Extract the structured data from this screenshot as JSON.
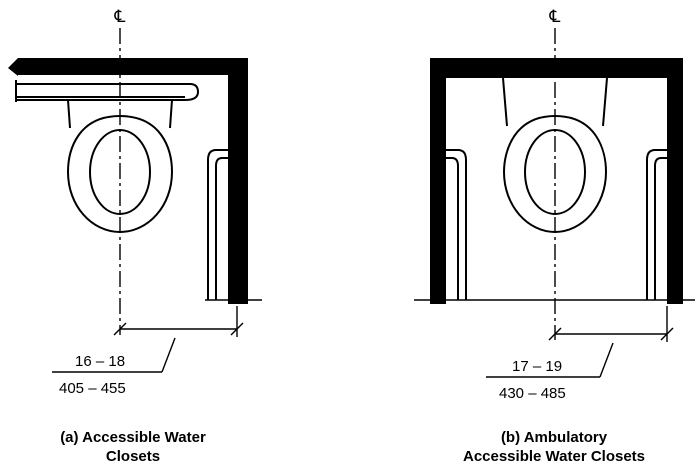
{
  "diagrams": [
    {
      "id": "a",
      "centerline_symbol": "℄",
      "dimension_in": "16 – 18",
      "dimension_mm": "405 – 455",
      "caption_line1": "(a) Accessible Water",
      "caption_line2": "Closets"
    },
    {
      "id": "b",
      "centerline_symbol": "℄",
      "dimension_in": "17 – 19",
      "dimension_mm": "430 – 485",
      "caption_line1": "(b) Ambulatory",
      "caption_line2": "Accessible Water Closets"
    }
  ]
}
